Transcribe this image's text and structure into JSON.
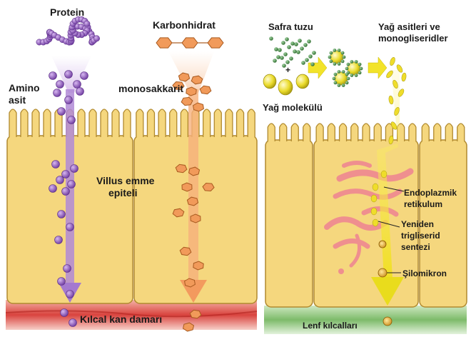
{
  "left_panel": {
    "protein": "Protein",
    "carbohydrate": "Karbonhidrat",
    "amino_acid_line1": "Amino",
    "amino_acid_line2": "asit",
    "monosaccharide": "monosakkarit",
    "epithelium_line1": "Villus emme",
    "epithelium_line2": "epiteli",
    "capillary": "Kılcal kan damarı"
  },
  "right_panel": {
    "bile_salt": "Safra tuzu",
    "plus": "+",
    "fat_molecule": "Yağ molekülü",
    "fatty_acids_line1": "Yağ asitleri ve",
    "fatty_acids_line2": "monogliseridler",
    "er_line1": "Endoplazmik",
    "er_line2": "retikulum",
    "resynth_line1": "Yeniden",
    "resynth_line2": "trigliserid",
    "resynth_line3": "sentezi",
    "chylomicron": "Şilomikron",
    "lymph": "Lenf kılcalları"
  },
  "colors": {
    "cell_fill": "#f5d77e",
    "cell_stroke": "#b0892e",
    "protein": "#8e5bb8",
    "carbohydrate": "#f19a5a",
    "fat": "#e6d21a",
    "bile_salt": "#3a7a3a",
    "blood": "#d9443f",
    "lymph": "#7dbb6a",
    "er": "#ef8f8f"
  }
}
